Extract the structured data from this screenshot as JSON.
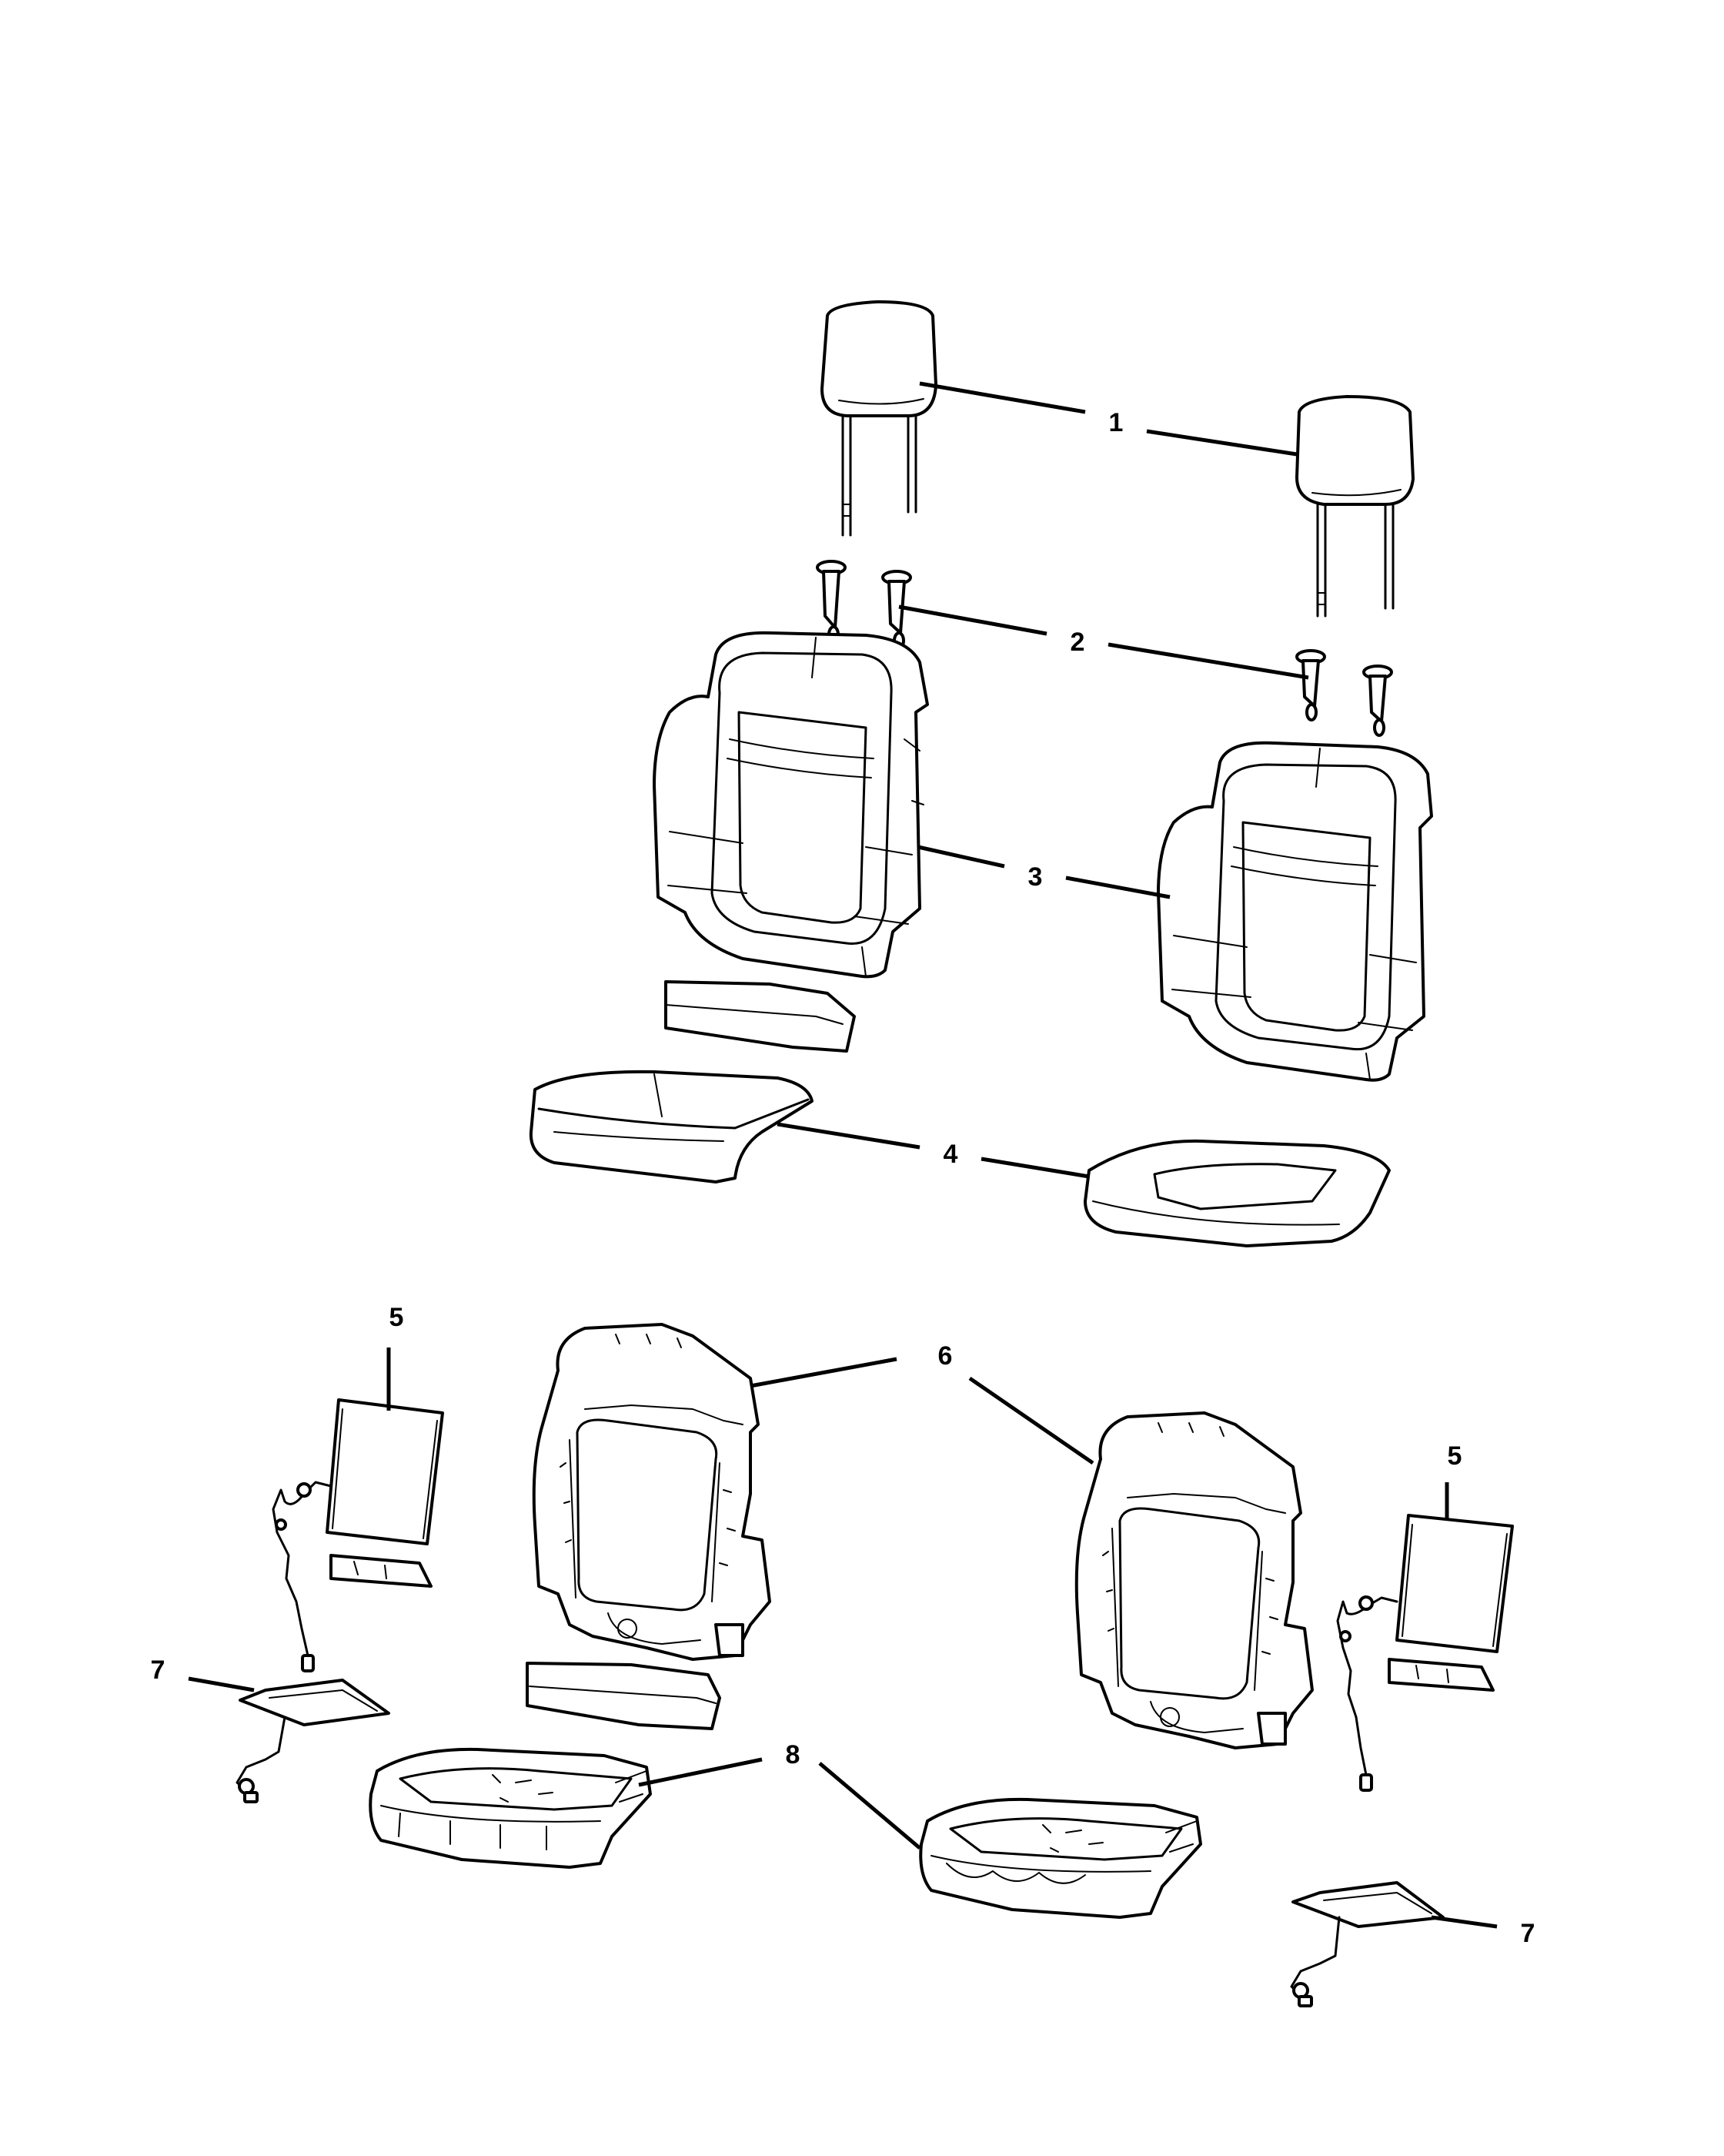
{
  "colors": {
    "line": "#000000",
    "background": "#ffffff"
  },
  "callouts": {
    "c1": "1",
    "c2": "2",
    "c3": "3",
    "c4": "4",
    "c5_left": "5",
    "c5_right": "5",
    "c6": "6",
    "c7_left": "7",
    "c7_right": "7",
    "c8": "8"
  }
}
